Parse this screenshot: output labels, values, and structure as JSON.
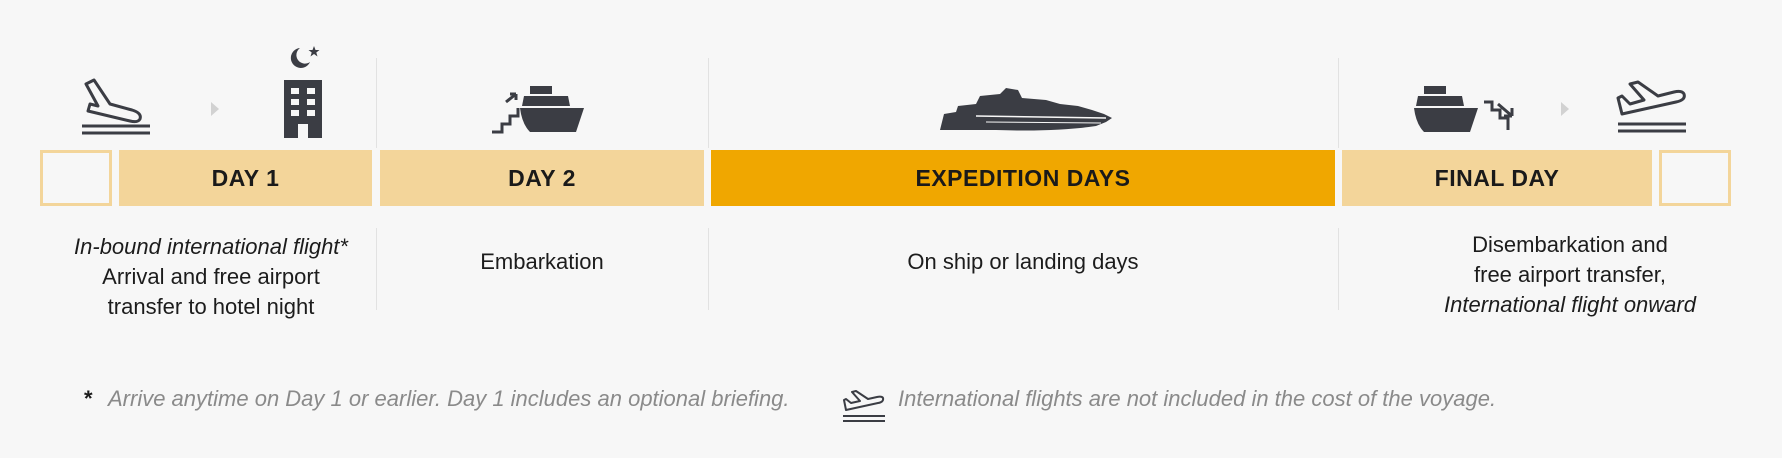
{
  "segments": {
    "day1": "DAY 1",
    "day2": "DAY 2",
    "expedition": "EXPEDITION DAYS",
    "final": "FINAL DAY"
  },
  "descriptions": {
    "day1_line1": "In-bound international flight*",
    "day1_line2": "Arrival and free airport",
    "day1_line3": "transfer to hotel night",
    "day2": "Embarkation",
    "expedition": "On ship or landing days",
    "final_line1": "Disembarkation and",
    "final_line2": "free airport transfer,",
    "final_line3": "International flight onward"
  },
  "footnotes": {
    "asterisk": "*",
    "arrive_note": "Arrive anytime on Day 1 or earlier. Day 1 includes an optional briefing.",
    "flights_note": "International flights are not included in the cost of the voyage."
  },
  "colors": {
    "segment_light": "#f3d59a",
    "segment_dark": "#f0a700",
    "icon": "#3b3d44",
    "note_text": "#8a8a8a"
  },
  "icons": [
    "plane-landing-icon",
    "chevron-right-icon",
    "hotel-night-icon",
    "embark-ship-icon",
    "cruise-ship-icon",
    "disembark-ship-icon",
    "plane-takeoff-icon"
  ]
}
